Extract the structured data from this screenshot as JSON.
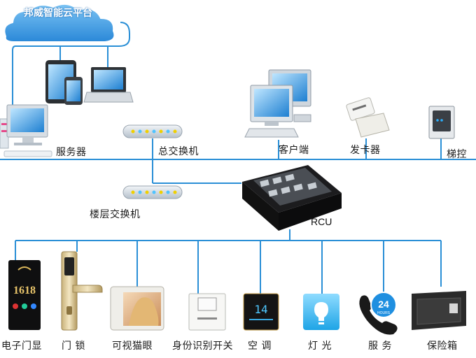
{
  "cloud": {
    "title": "邦威智能云平台"
  },
  "top_nodes": {
    "server": "服务器",
    "core_switch": "总交换机",
    "client": "客户端",
    "card_issuer": "发卡器",
    "elevator": "梯控"
  },
  "mid_nodes": {
    "floor_switch": "楼层交换机",
    "rcu": "RCU"
  },
  "devices": {
    "door_display": "电子门显",
    "door_lock": "门 锁",
    "peephole": "可视猫眼",
    "id_switch": "身份识别开关",
    "ac": "空 调",
    "light": "灯 光",
    "service": "服 务",
    "safe": "保险箱"
  },
  "screen_text": {
    "room_number": "1618",
    "thermostat_temp": "14",
    "service_hours": "24",
    "service_hours_unit": "HOURS"
  },
  "colors": {
    "line": "#2a8fd6",
    "cloud": "#3d9be0"
  }
}
